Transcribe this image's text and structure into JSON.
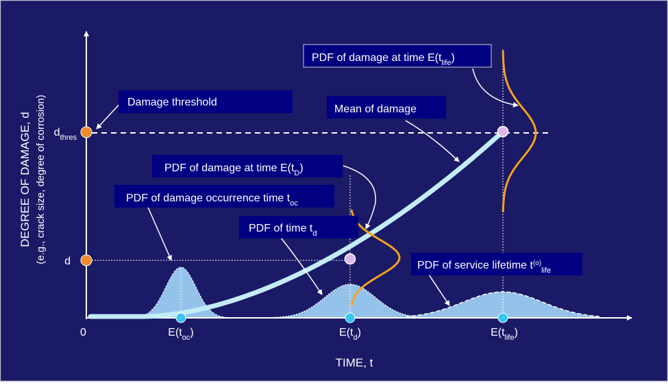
{
  "colors": {
    "background": "#1a1a66",
    "frame": "#b8b8c8",
    "axis": "#ffffff",
    "mean_curve": "#c4ecf7",
    "pdf_fill": "#9fd0f5",
    "pdf_orange": "#f5a21c",
    "marker_orange": "#f08a2a",
    "marker_cyan": "#35c6f2",
    "marker_pink": "#dcb6ee",
    "label_box": "#000080"
  },
  "axes": {
    "y_label_line1": "DEGREE OF DAMAGE, d",
    "y_label_line2": "(e.g., crack size, degree of corrosion)",
    "x_label": "TIME, t",
    "origin_label": "0",
    "y_tick_thres": {
      "base": "d",
      "sub": "thres"
    },
    "y_tick_d": "d",
    "x_tick_oc": {
      "base": "E(t",
      "sub": "oc",
      "close": ")"
    },
    "x_tick_d": {
      "base": "E(t",
      "sub": "d",
      "close": ")"
    },
    "x_tick_life": {
      "base": "E(t",
      "sub": "life",
      "close": ")"
    }
  },
  "labels": {
    "damage_threshold": "Damage threshold",
    "mean_of_damage": "Mean of damage",
    "pdf_life": {
      "base": "PDF of damage at time E(t",
      "sub": "life",
      "close": ")"
    },
    "pdf_tD": {
      "base": "PDF of damage at time E(t",
      "sub": "D",
      "close": ")"
    },
    "pdf_occurrence": {
      "base": "PDF of damage occurrence time t",
      "sub": "oc"
    },
    "pdf_time_td": {
      "base": "PDF of time t",
      "sub": "d"
    },
    "pdf_service": {
      "base": "PDF of service lifetime t",
      "sup": "(o)",
      "sub": "life"
    }
  }
}
